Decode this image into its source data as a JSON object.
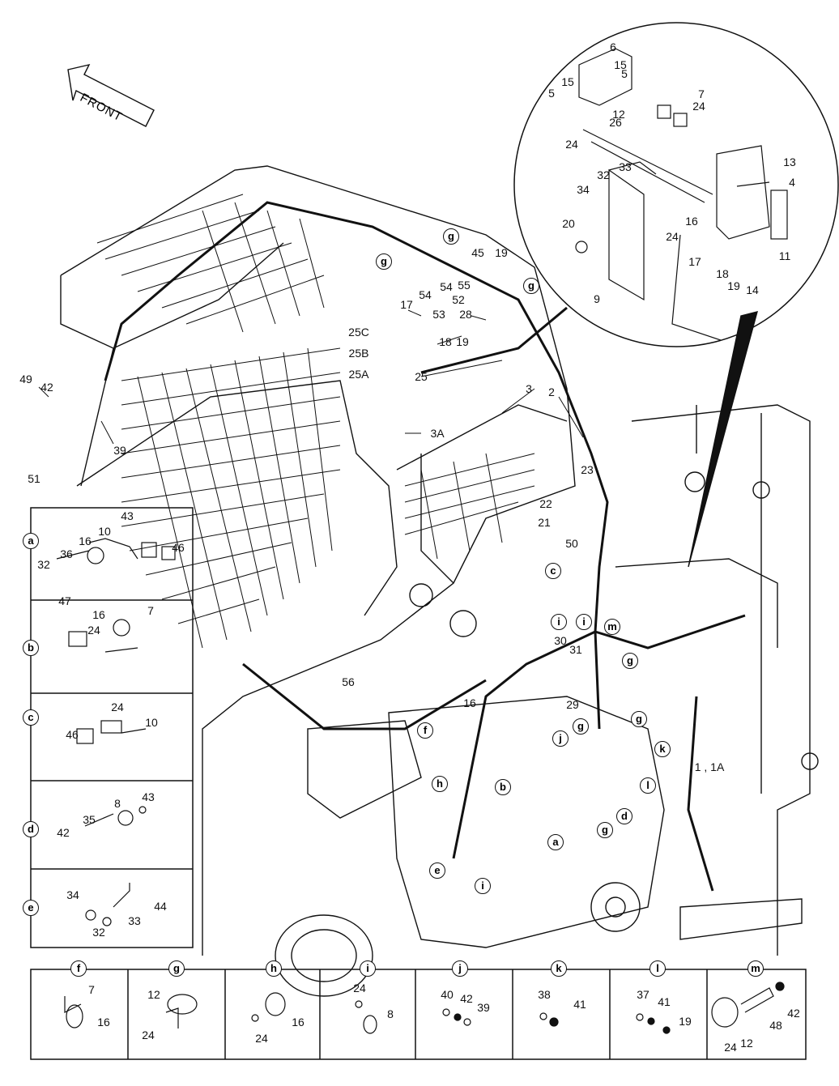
{
  "front_label": "FRONT",
  "main_callouts": [
    "6",
    "15",
    "5",
    "15",
    "5",
    "7",
    "24",
    "26",
    "12",
    "24",
    "33",
    "32",
    "34",
    "13",
    "4",
    "20",
    "16",
    "24",
    "17",
    "11",
    "18",
    "19",
    "14",
    "9",
    "45",
    "19",
    "54",
    "54",
    "55",
    "17",
    "52",
    "53",
    "28",
    "18",
    "19",
    "25C",
    "25B",
    "25A",
    "25",
    "3",
    "2",
    "3A",
    "49",
    "42",
    "39",
    "51",
    "23",
    "22",
    "21",
    "50",
    "30",
    "31",
    "29",
    "16",
    "56",
    "1 , 1A"
  ],
  "main_circled": [
    "g",
    "g",
    "g",
    "c",
    "i",
    "i",
    "m",
    "g",
    "f",
    "j",
    "g",
    "g",
    "k",
    "h",
    "b",
    "l",
    "d",
    "g",
    "a",
    "e",
    "i"
  ],
  "detail_panels": [
    {
      "letter": "a",
      "callouts": [
        "43",
        "10",
        "16",
        "36",
        "32",
        "46"
      ]
    },
    {
      "letter": "b",
      "callouts": [
        "47",
        "16",
        "7",
        "24"
      ]
    },
    {
      "letter": "c",
      "callouts": [
        "24",
        "10",
        "46"
      ]
    },
    {
      "letter": "d",
      "callouts": [
        "43",
        "8",
        "35",
        "42"
      ]
    },
    {
      "letter": "e",
      "callouts": [
        "34",
        "44",
        "33",
        "32"
      ]
    }
  ],
  "bottom_panels": [
    {
      "letter": "f",
      "callouts": [
        "7",
        "16"
      ]
    },
    {
      "letter": "g",
      "callouts": [
        "12",
        "24"
      ]
    },
    {
      "letter": "h",
      "callouts": [
        "16",
        "24"
      ]
    },
    {
      "letter": "i",
      "callouts": [
        "24",
        "8"
      ]
    },
    {
      "letter": "j",
      "callouts": [
        "40",
        "42",
        "39"
      ]
    },
    {
      "letter": "k",
      "callouts": [
        "38",
        "41"
      ]
    },
    {
      "letter": "l",
      "callouts": [
        "37",
        "41",
        "19"
      ]
    },
    {
      "letter": "m",
      "callouts": [
        "42",
        "48",
        "12",
        "24"
      ]
    }
  ]
}
